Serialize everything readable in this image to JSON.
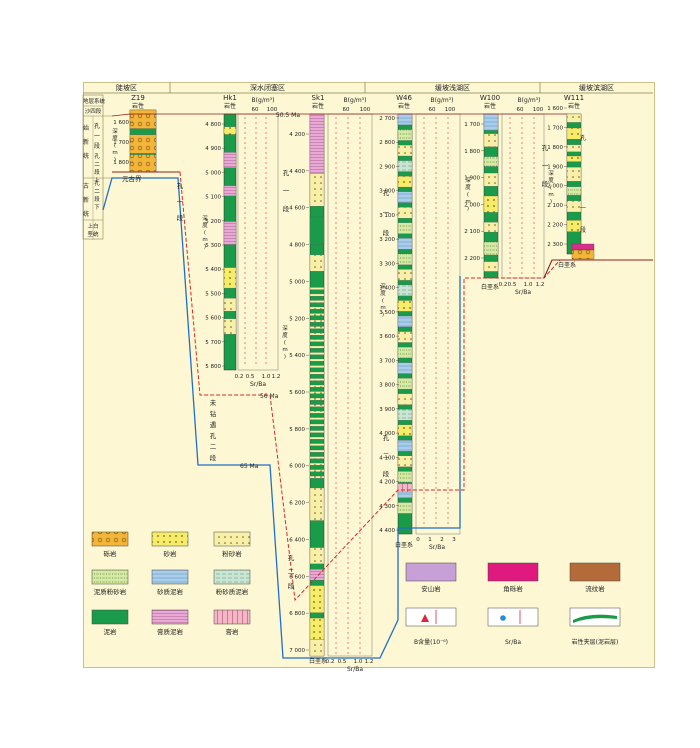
{
  "regions": [
    "陡坡区",
    "深水闭塞区",
    "缓坡浅湖区",
    "缓坡滨湖区"
  ],
  "strata": {
    "header": "地层系统",
    "sha4": "沙四段",
    "kong1": "孔一段",
    "kong2": "孔二段",
    "kong2_upper": "孔二段上",
    "kong2_lower": "孔二段下",
    "shixin": "始新统",
    "guxin": "古新统",
    "upper_cret": "上白垩统",
    "yuangu": "元古界",
    "weizao": "未钻遇孔二段",
    "cretaceous": "白垩系"
  },
  "ages": [
    "50.5 Ma",
    "56 Ma",
    "65 Ma"
  ],
  "col_labels": {
    "lith": "岩性",
    "depth": "深度(m)",
    "boron": "B(g/m³)",
    "srba": "Sr/Ba"
  },
  "wells": [
    {
      "name": "Z19",
      "depths": [
        "1 600",
        "1 700",
        "1 800"
      ]
    },
    {
      "name": "Hk1",
      "depths": [
        "4 800",
        "4 900",
        "5 000",
        "5 100",
        "5 200",
        "5 300",
        "5 400",
        "5 500",
        "5 600",
        "5 700",
        "5 800"
      ],
      "b_ticks": [
        "60",
        "100"
      ],
      "sr_ticks": [
        "0.2",
        "0.5",
        "1.0",
        "1.2"
      ]
    },
    {
      "name": "Sk1",
      "depths": [
        "4 200",
        "4 400",
        "4 600",
        "4 800",
        "5 000",
        "5 200",
        "5 400",
        "5 600",
        "5 800",
        "6 000",
        "6 200",
        "6 400",
        "6 600",
        "6 800",
        "7 000"
      ],
      "b_ticks": [
        "60",
        "100"
      ],
      "sr_ticks": [
        "0.2",
        "0.5",
        "1.0",
        "1.2"
      ]
    },
    {
      "name": "W46",
      "depths": [
        "2 700",
        "2 800",
        "2 900",
        "3 000",
        "3 100",
        "3 200",
        "3 300",
        "3 400",
        "3 500",
        "3 600",
        "3 700",
        "3 800",
        "3 900",
        "4 000",
        "4 100",
        "4 200",
        "4 300",
        "4 400"
      ],
      "b_ticks": [
        "60",
        "100"
      ],
      "sr_ticks": [
        "0",
        "1",
        "2",
        "3"
      ]
    },
    {
      "name": "W100",
      "depths": [
        "1 700",
        "1 800",
        "1 900",
        "2 000",
        "2 100",
        "2 200"
      ],
      "b_ticks": [
        "60",
        "100"
      ],
      "sr_ticks": [
        "0.2",
        "0.5",
        "1.0",
        "1.2"
      ]
    },
    {
      "name": "W111",
      "depths": [
        "1 600",
        "1 700",
        "1 800",
        "1 900",
        "2 000",
        "2 100",
        "2 200",
        "2 300"
      ]
    }
  ],
  "legend": {
    "gravel": "砾岩",
    "sand": "砂岩",
    "silt": "粉砂岩",
    "mudsilt": "泥质粉砂岩",
    "sandmud": "砂质泥岩",
    "siltmud": "粉砂质泥岩",
    "mud": "泥岩",
    "gypmud": "膏质泥岩",
    "gyp": "膏岩",
    "andesite": "安山岩",
    "breccia": "角砾岩",
    "tuff": "流纹岩",
    "boron": "B含量(10⁻⁶)",
    "srba": "Sr/Ba",
    "interlayer": "岩性夹层(泥岩层)"
  },
  "colors": {
    "frame": "#fdf8d3",
    "mud": "#1a9b4a",
    "sand": "#f5ec6a",
    "gravel": "#f2b53a",
    "silt": "#f8f0a8",
    "pink": "#e9a9d6",
    "blue": "#a9cdea",
    "boundary_red": "#8b1f1f",
    "dash_red": "#d42a2a",
    "line_blue": "#1f6fc8",
    "dot_red": "#e0263a",
    "dot_blue": "#1f8fd8"
  }
}
